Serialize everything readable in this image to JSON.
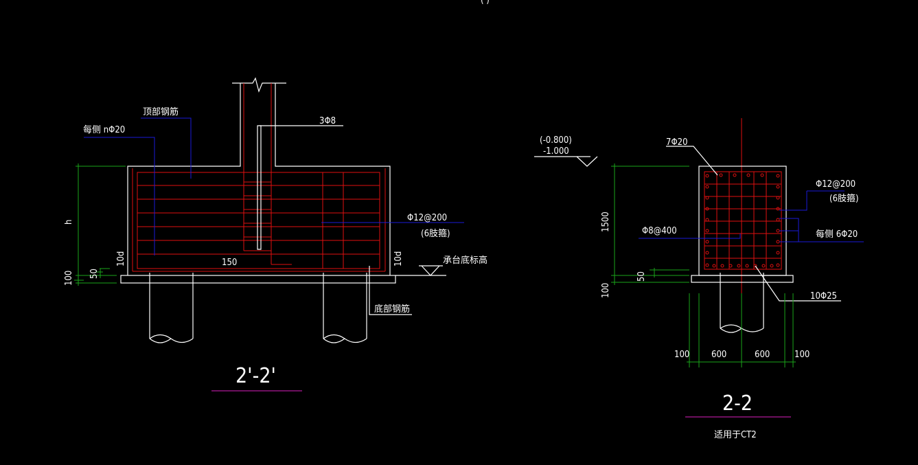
{
  "colors": {
    "background": "#000000",
    "outline": "#ffffff",
    "rebar": "#e01010",
    "leader": "#1a1ad8",
    "dimension": "#1aa61a",
    "title_underline": "#b01a9a"
  },
  "top_clip": "( )",
  "left_section": {
    "title": "2'-2'",
    "labels": {
      "top_rebar": "顶部钢筋",
      "each_side": "每侧 nΦ20",
      "stirrup_3": "3Φ8",
      "rebar_spacing": "Φ12@200",
      "legs": "(6肢箍)",
      "bottom_elev": "承台底标高",
      "bottom_rebar": "底部钢筋",
      "dim_150": "150"
    },
    "dims": {
      "h": "h",
      "d10_left": "10d",
      "d10_right": "10d",
      "d50": "50",
      "d100": "100"
    }
  },
  "right_section": {
    "title": "2-2",
    "subtitle": "适用于CT2",
    "labels": {
      "elev_top": "(-0.800)",
      "elev_bottom": "-1.000",
      "rebar_7": "7Φ20",
      "rebar_spacing": "Φ12@200",
      "legs": "(6肢箍)",
      "phi8": "Φ8@400",
      "each_side": "每侧 6Φ20",
      "rebar_10": "10Φ25"
    },
    "dims": {
      "d1500": "1500",
      "d50": "50",
      "d100": "100",
      "w100a": "100",
      "w600a": "600",
      "w600b": "600",
      "w100b": "100"
    }
  }
}
